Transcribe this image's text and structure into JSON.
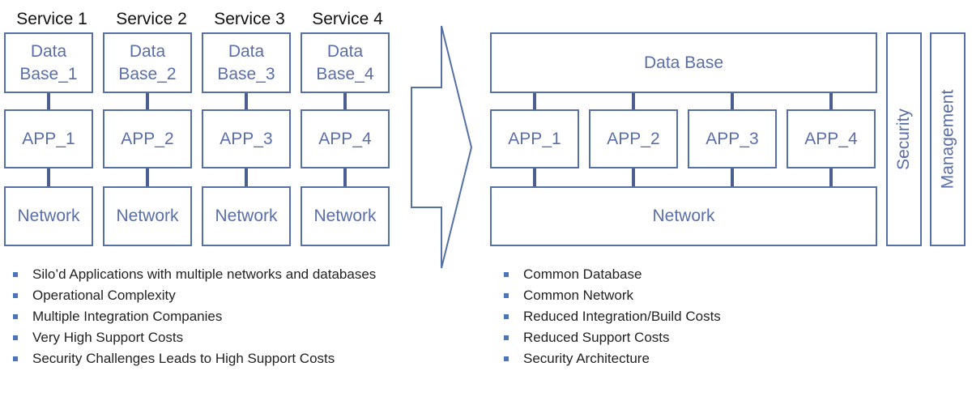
{
  "left": {
    "services": [
      {
        "title": "Service 1",
        "db": "Data\nBase_1",
        "app": "APP_1",
        "net": "Network"
      },
      {
        "title": "Service 2",
        "db": "Data\nBase_2",
        "app": "APP_2",
        "net": "Network"
      },
      {
        "title": "Service 3",
        "db": "Data\nBase_3",
        "app": "APP_3",
        "net": "Network"
      },
      {
        "title": "Service 4",
        "db": "Data\nBase_4",
        "app": "APP_4",
        "net": "Network"
      }
    ],
    "bullets": [
      "Silo’d Applications with multiple networks and databases",
      "Operational Complexity",
      "Multiple Integration Companies",
      "Very High Support Costs",
      "Security Challenges Leads to High Support Costs"
    ]
  },
  "right": {
    "database": "Data Base",
    "apps": [
      "APP_1",
      "APP_2",
      "APP_3",
      "APP_4"
    ],
    "network": "Network",
    "security": "Security",
    "management": "Management",
    "bullets": [
      "Common Database",
      "Common Network",
      "Reduced Integration/Build Costs",
      "Reduced Support Costs",
      "Security Architecture"
    ]
  },
  "colors": {
    "box_border": "#5470a6",
    "box_text": "#5a6ea8",
    "connector": "#4b5e8f",
    "bullet": "#4a76b8"
  }
}
